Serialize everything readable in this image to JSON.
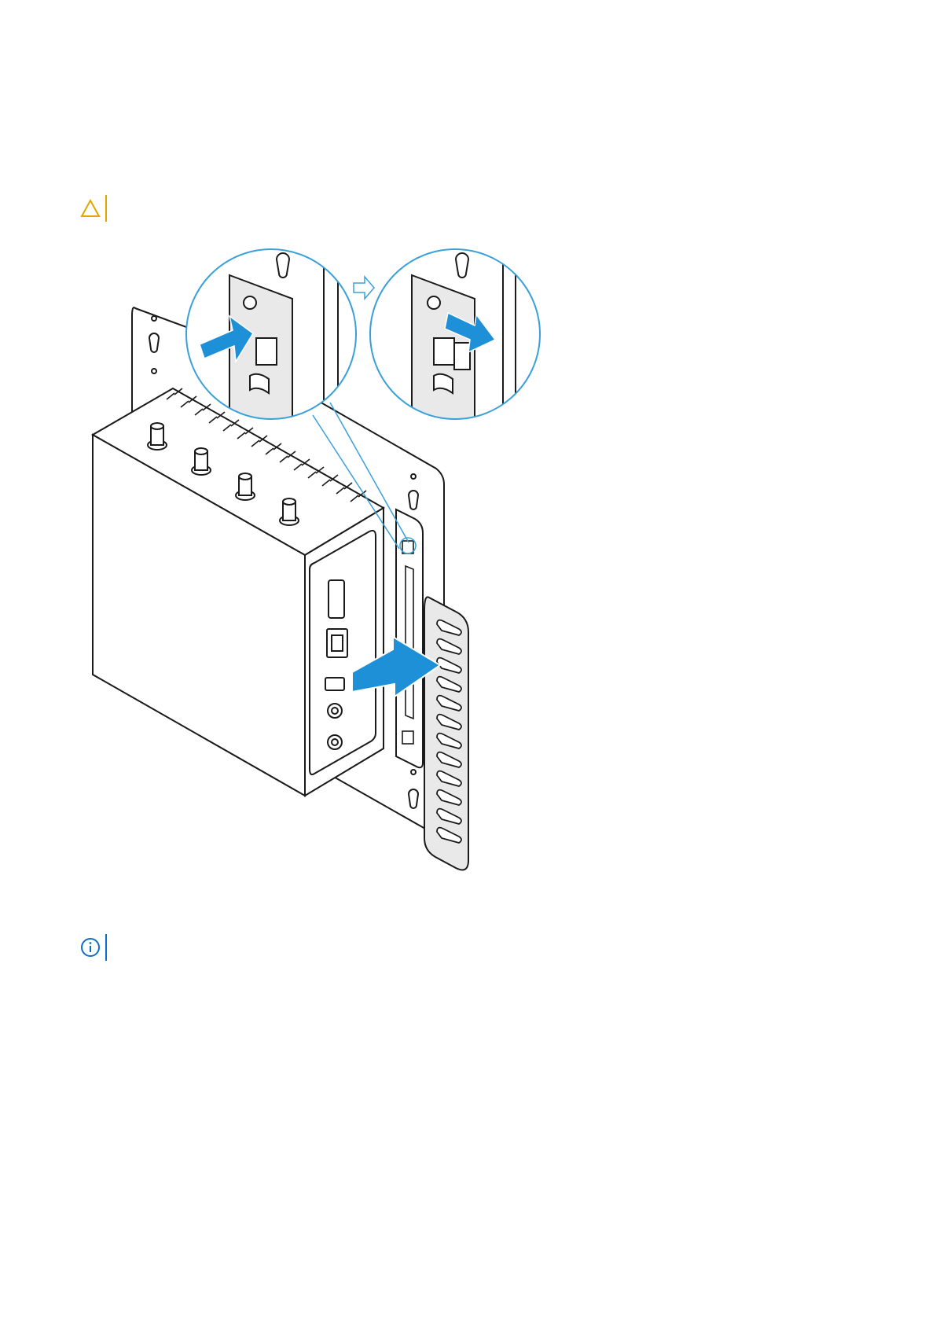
{
  "callouts": [
    {
      "type": "caution",
      "icon": "caution-triangle-icon",
      "color": "#E3A600",
      "text": ""
    },
    {
      "type": "note",
      "icon": "info-circle-icon",
      "color": "#0B6FC6",
      "text": ""
    }
  ],
  "illustration": {
    "subject": "mounting-bracket-removal",
    "colors": {
      "line": "#1a1a1a",
      "arrow": "#1E90D8",
      "zoom_circle": "#3AA0D8",
      "bracket_fill": "#e9e9e9"
    }
  }
}
